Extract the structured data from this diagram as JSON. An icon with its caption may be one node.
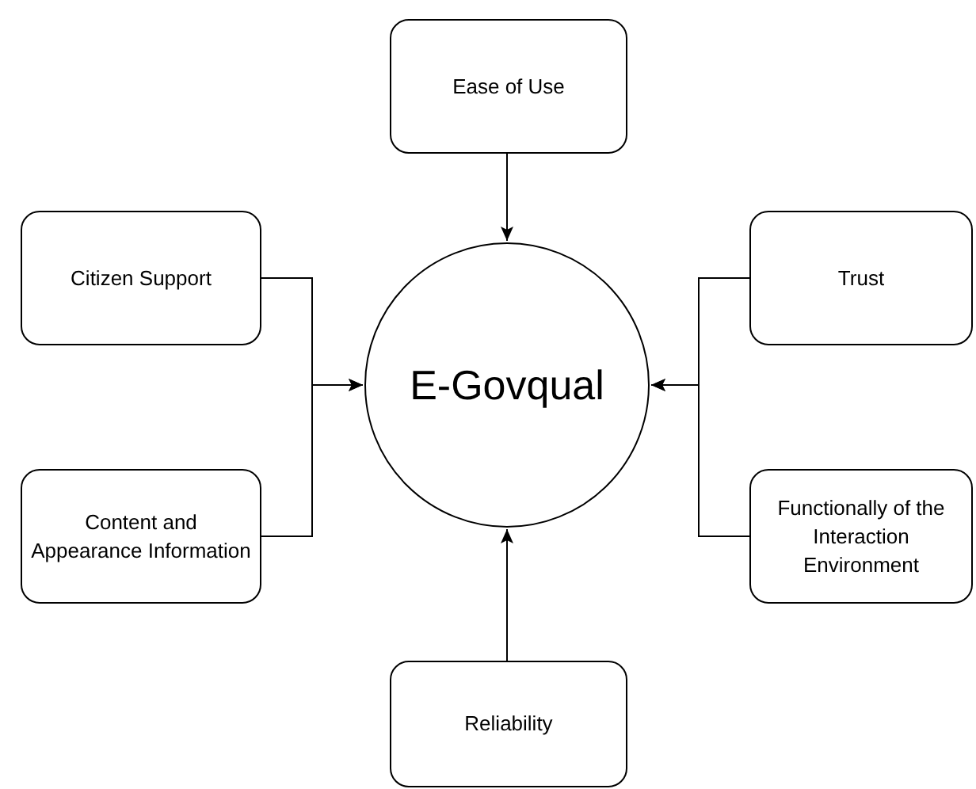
{
  "diagram": {
    "nodes": [
      {
        "text": [
          "Ease of Use"
        ]
      },
      {
        "text": [
          "Citizen Support"
        ]
      },
      {
        "text": [
          "E-Govqual"
        ]
      },
      {
        "text": [
          "Trust"
        ]
      },
      {
        "text": [
          "Content and Appearance Information"
        ]
      },
      {
        "text": [
          "Functionally of the Interaction Environment"
        ]
      },
      {
        "text": [
          "Reliability"
        ]
      }
    ],
    "edges": [
      {
        "from": 0,
        "to": 2,
        "arrow": "to"
      },
      {
        "from": 1,
        "to": 2,
        "arrow": "to"
      },
      {
        "from": 4,
        "to": 2,
        "arrow": "to"
      },
      {
        "from": 3,
        "to": 2,
        "arrow": "to"
      },
      {
        "from": 5,
        "to": 2,
        "arrow": "to"
      },
      {
        "from": 6,
        "to": 2,
        "arrow": "to"
      }
    ]
  }
}
